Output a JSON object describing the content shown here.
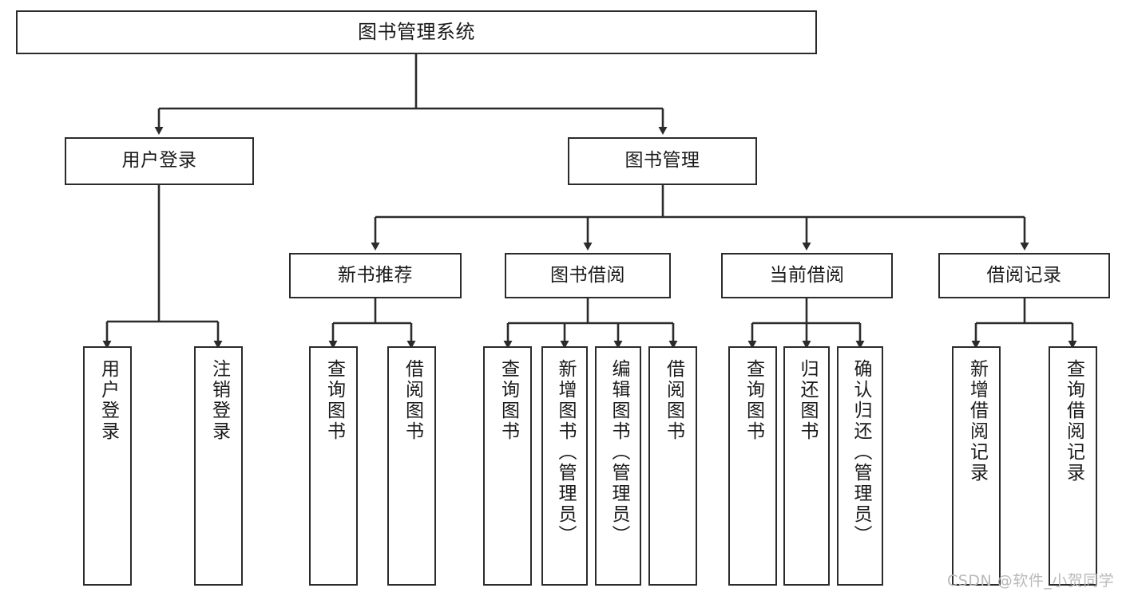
{
  "diagram": {
    "title": "图书管理系统",
    "type": "tree-hierarchy-chart",
    "orientation": "top-down",
    "colors": {
      "background": "#ffffff",
      "box_border": "#2b2b2b",
      "box_fill": "#ffffff",
      "text": "#1a1a1a",
      "edge": "#2b2b2b",
      "watermark": "#b9b9b9"
    },
    "root": {
      "label": "图书管理系统"
    },
    "level2": [
      {
        "id": "user-login",
        "label": "用户登录"
      },
      {
        "id": "book-manage",
        "label": "图书管理"
      }
    ],
    "level3": [
      {
        "id": "new-book-recommend",
        "label": "新书推荐"
      },
      {
        "id": "book-borrow",
        "label": "图书借阅"
      },
      {
        "id": "current-borrow",
        "label": "当前借阅"
      },
      {
        "id": "borrow-record",
        "label": "借阅记录"
      }
    ],
    "leaves": {
      "user_login": [
        {
          "id": "leaf-user-login",
          "label": "用户登录"
        },
        {
          "id": "leaf-logout-login",
          "label": "注销登录"
        }
      ],
      "new_book_recommend": [
        {
          "id": "leaf-query-book-1",
          "label": "查询图书"
        },
        {
          "id": "leaf-borrow-book-1",
          "label": "借阅图书"
        }
      ],
      "book_borrow": [
        {
          "id": "leaf-query-book-2",
          "label": "查询图书"
        },
        {
          "id": "leaf-add-book-admin",
          "label": "新增图书（管理员）"
        },
        {
          "id": "leaf-edit-book-admin",
          "label": "编辑图书（管理员）"
        },
        {
          "id": "leaf-borrow-book-2",
          "label": "借阅图书"
        }
      ],
      "current_borrow": [
        {
          "id": "leaf-query-book-3",
          "label": "查询图书"
        },
        {
          "id": "leaf-return-book",
          "label": "归还图书"
        },
        {
          "id": "leaf-confirm-return-admin",
          "label": "确认归还（管理员）"
        }
      ],
      "borrow_record": [
        {
          "id": "leaf-add-borrow-record",
          "label": "新增借阅记录"
        },
        {
          "id": "leaf-query-borrow-record",
          "label": "查询借阅记录"
        }
      ]
    }
  },
  "watermark": {
    "text": "CSDN @软件_小贺同学"
  }
}
